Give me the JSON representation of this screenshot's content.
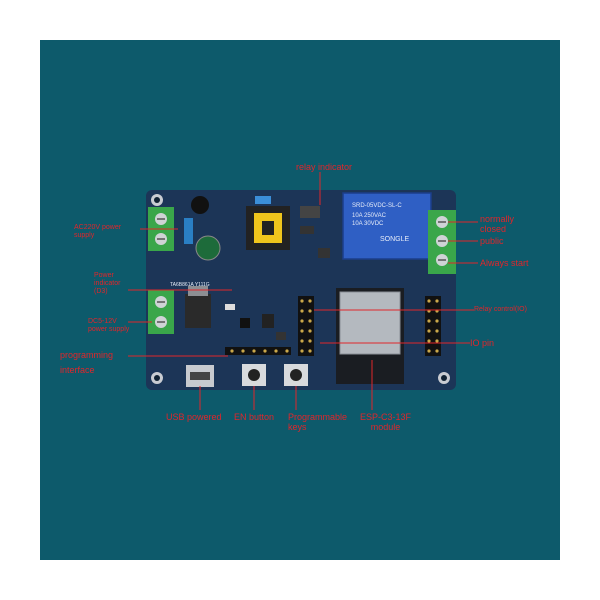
{
  "labels": {
    "relay_indicator": "relay indicator",
    "ac_power_1": "AC220V power",
    "ac_power_2": "supply",
    "normally_closed_1": "normally",
    "normally_closed_2": "closed",
    "public": "public",
    "always_start": "Always start",
    "power_indicator_1": "Power",
    "power_indicator_2": "indicator",
    "power_indicator_3": "(D3)",
    "dc_power_1": "DC5-12V",
    "dc_power_2": "power supply",
    "relay_control_pin": "Relay control(IO)",
    "programming_1": "programming",
    "programming_2": "interface",
    "io_pin": "IO pin",
    "usb_powered": "USB powered",
    "en_button": "EN button",
    "programmable_keys_1": "Programmable",
    "programmable_keys_2": "keys",
    "module_1": "ESP-C3-13F",
    "module_2": "module"
  },
  "board": {
    "relay_top": "SRD-05VDC-SL-C",
    "relay_brand": "SONGLE",
    "relay_rating_1": "10A 250VAC",
    "relay_rating_2": "10A 30VDC",
    "chip_text": "TA6B861A Y111G"
  },
  "colors": {
    "background": "#0d5a6b",
    "board": "#1c3557",
    "label": "#e0262b",
    "relay": "#2f5fc4",
    "terminal": "#3aa64a"
  }
}
